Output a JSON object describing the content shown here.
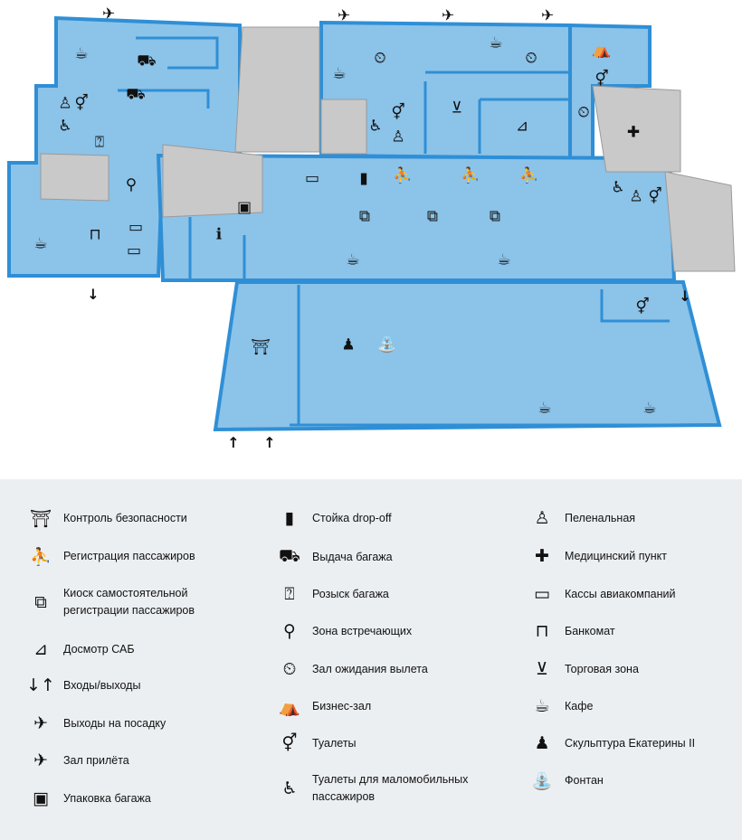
{
  "colors": {
    "floor": "#8cc3e8",
    "wall": "#2f8fd6",
    "gray_zone": "#c9c9c9",
    "legend_bg": "#eceff2"
  },
  "legend": {
    "col1": [
      {
        "icon": "security-check-icon",
        "label": "Контроль безопасности"
      },
      {
        "icon": "check-in-icon",
        "label": "Регистрация пассажиров"
      },
      {
        "icon": "self-check-in-kiosk-icon",
        "label": "Киоск самостоятельной регистрации пассажиров"
      },
      {
        "icon": "sab-inspection-icon",
        "label": "Досмотр САБ"
      },
      {
        "icon": "entrance-exit-icon",
        "label": "Входы/выходы"
      },
      {
        "icon": "departure-gate-icon",
        "label": "Выходы на посадку"
      },
      {
        "icon": "arrival-hall-icon",
        "label": "Зал прилёта"
      },
      {
        "icon": "baggage-wrap-icon",
        "label": "Упаковка багажа"
      }
    ],
    "col2": [
      {
        "icon": "drop-off-icon",
        "label": "Стойка drop-off"
      },
      {
        "icon": "baggage-claim-icon",
        "label": "Выдача багажа"
      },
      {
        "icon": "lost-baggage-icon",
        "label": "Розыск багажа"
      },
      {
        "icon": "meeting-zone-icon",
        "label": "Зона встречающих"
      },
      {
        "icon": "waiting-hall-icon",
        "label": "Зал ожидания вылета"
      },
      {
        "icon": "business-lounge-icon",
        "label": "Бизнес-зал"
      },
      {
        "icon": "toilets-icon",
        "label": "Туалеты"
      },
      {
        "icon": "accessible-toilet-icon",
        "label": "Туалеты для маломобильных пассажиров"
      }
    ],
    "col3": [
      {
        "icon": "baby-change-icon",
        "label": "Пеленальная"
      },
      {
        "icon": "medical-cross-icon",
        "label": "Медицинский пункт"
      },
      {
        "icon": "ticket-office-icon",
        "label": "Кассы авиакомпаний"
      },
      {
        "icon": "atm-icon",
        "label": "Банкомат"
      },
      {
        "icon": "shopping-basket-icon",
        "label": "Торговая зона"
      },
      {
        "icon": "cafe-icon",
        "label": "Кафе"
      },
      {
        "icon": "sculpture-icon",
        "label": "Скульптура Екатерины II"
      },
      {
        "icon": "fountain-icon",
        "label": "Фонтан"
      }
    ]
  }
}
